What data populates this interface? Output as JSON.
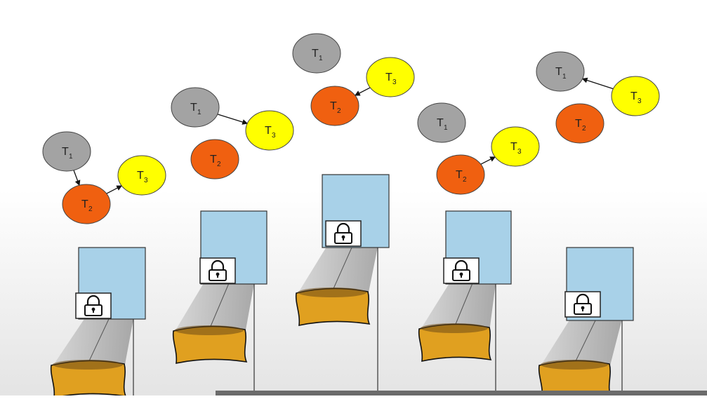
{
  "thread_labels": {
    "t1": "T",
    "t2": "T",
    "t3": "T",
    "sub1": "1",
    "sub2": "2",
    "sub3": "3"
  },
  "colors": {
    "t1_fill": "#a3a3a3",
    "t2_fill": "#f06010",
    "t3_fill": "#ffff00",
    "box_fill": "#a8d1e8",
    "bucket_fill": "#e0a020",
    "background_top": "#ffffff",
    "background_bottom": "#e6e6e6"
  },
  "stages": [
    {
      "arrows": [
        [
          "t1",
          "t2"
        ],
        [
          "t2",
          "t3"
        ]
      ],
      "lock_icon": "padlock-icon"
    },
    {
      "arrows": [
        [
          "t1",
          "t3"
        ]
      ],
      "lock_icon": "padlock-icon"
    },
    {
      "arrows": [
        [
          "t3",
          "t2"
        ]
      ],
      "lock_icon": "padlock-icon"
    },
    {
      "arrows": [
        [
          "t2",
          "t3"
        ]
      ],
      "lock_icon": "padlock-icon"
    },
    {
      "arrows": [
        [
          "t3",
          "t1"
        ]
      ],
      "lock_icon": "padlock-icon"
    }
  ]
}
